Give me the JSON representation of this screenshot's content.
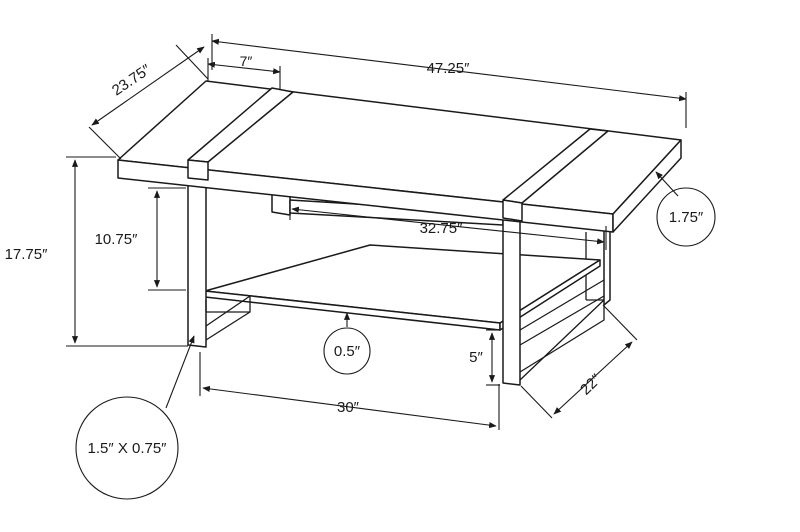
{
  "dimensions": {
    "width": "47.25″",
    "depth": "23.75″",
    "strap_width": "7″",
    "height": "17.75″",
    "shelf_height": "10.75″",
    "top_thickness": "1.75″",
    "inner_length": "32.75″",
    "shelf_thickness": "0.5″",
    "shelf_clearance": "5″",
    "leg_spacing": "30″",
    "base_depth": "22″",
    "leg_profile": "1.5″ X 0.75″"
  }
}
